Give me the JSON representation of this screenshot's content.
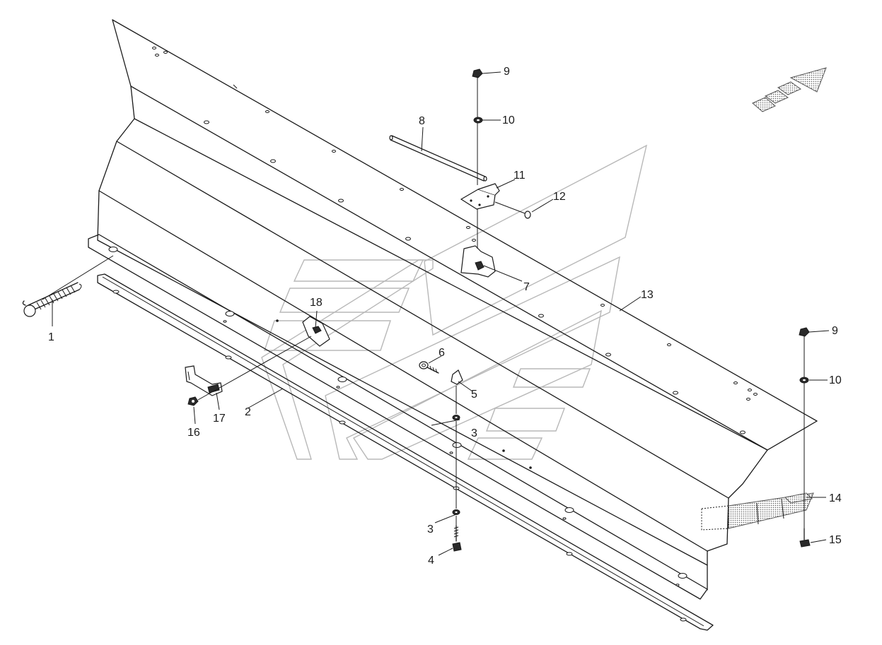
{
  "callouts": [
    {
      "id": "c1",
      "text": "1"
    },
    {
      "id": "c2",
      "text": "2"
    },
    {
      "id": "c3a",
      "text": "3"
    },
    {
      "id": "c3b",
      "text": "3"
    },
    {
      "id": "c4",
      "text": "4"
    },
    {
      "id": "c5",
      "text": "5"
    },
    {
      "id": "c6",
      "text": "6"
    },
    {
      "id": "c7",
      "text": "7"
    },
    {
      "id": "c8",
      "text": "8"
    },
    {
      "id": "c9a",
      "text": "9"
    },
    {
      "id": "c9b",
      "text": "9"
    },
    {
      "id": "c10a",
      "text": "10"
    },
    {
      "id": "c10b",
      "text": "10"
    },
    {
      "id": "c11",
      "text": "11"
    },
    {
      "id": "c12",
      "text": "12"
    },
    {
      "id": "c13",
      "text": "13"
    },
    {
      "id": "c14",
      "text": "14"
    },
    {
      "id": "c15",
      "text": "15"
    },
    {
      "id": "c16",
      "text": "16"
    },
    {
      "id": "c17",
      "text": "17"
    },
    {
      "id": "c18",
      "text": "18"
    }
  ]
}
